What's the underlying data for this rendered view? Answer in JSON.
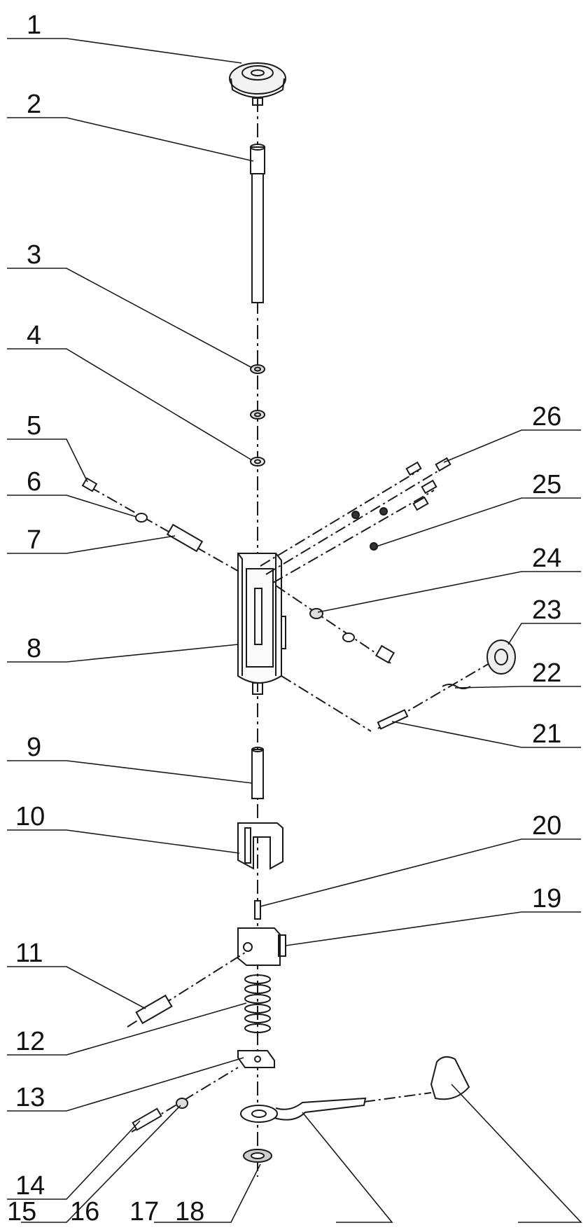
{
  "diagram": {
    "kind": "exploded-parts-diagram",
    "ink": "#1a1a1a",
    "background": "#ffffff",
    "part_numbers": [
      "1",
      "2",
      "3",
      "4",
      "5",
      "6",
      "7",
      "8",
      "9",
      "10",
      "11",
      "12",
      "13",
      "14",
      "15",
      "16",
      "17",
      "18",
      "19",
      "20",
      "21",
      "22",
      "23",
      "24",
      "25",
      "26"
    ]
  }
}
